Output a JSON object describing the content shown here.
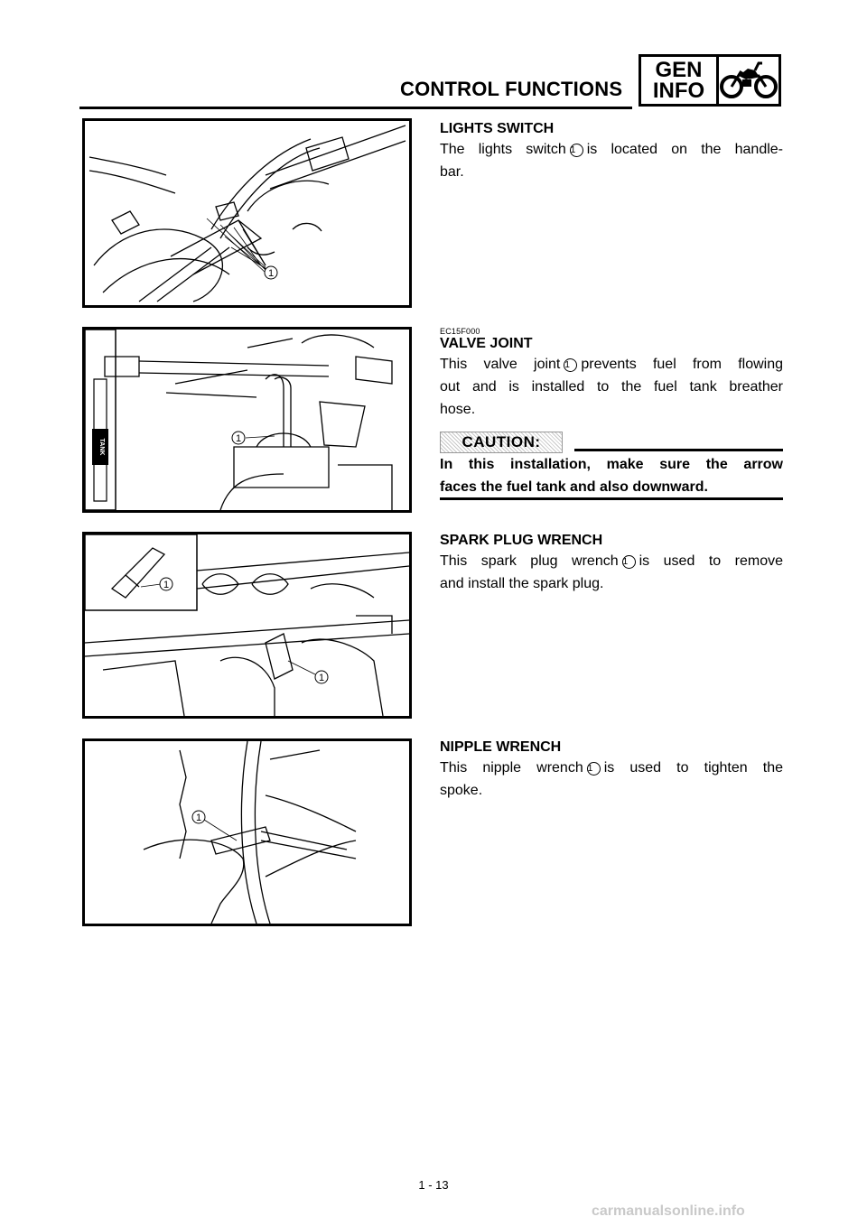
{
  "header": {
    "section_title": "CONTROL FUNCTIONS",
    "badge_line1": "GEN",
    "badge_line2": "INFO",
    "badge_icon": "motorcycle-icon"
  },
  "sections": [
    {
      "heading": "LIGHTS SWITCH",
      "body_pre": "The lights switch",
      "callout": "1",
      "body_post": "is located on the handle-",
      "body_last": "bar.",
      "figure_callouts": [
        "1"
      ]
    },
    {
      "code": "EC15F000",
      "heading": "VALVE JOINT",
      "body_pre": "This valve joint",
      "callout": "1",
      "body_post": "prevents fuel from flowing",
      "body_line2": "out and is installed to the fuel tank breather",
      "body_last": "hose.",
      "caution_label": "CAUTION:",
      "caution_line1": "In this installation, make sure the arrow",
      "caution_line2": "faces the fuel tank and also downward.",
      "figure_callouts": [
        "1"
      ],
      "figure_label": "TANK"
    },
    {
      "heading": "SPARK PLUG WRENCH",
      "body_pre": "This spark plug wrench",
      "callout": "1",
      "body_post": "is used to remove",
      "body_last": "and install the spark plug.",
      "figure_callouts": [
        "1",
        "1"
      ]
    },
    {
      "heading": "NIPPLE WRENCH",
      "body_pre": "This nipple wrench",
      "callout": "1",
      "body_post": "is used to tighten the",
      "body_last": "spoke.",
      "figure_callouts": [
        "1"
      ]
    }
  ],
  "page_number": "1 - 13",
  "footer": "carmanualsonline.info"
}
